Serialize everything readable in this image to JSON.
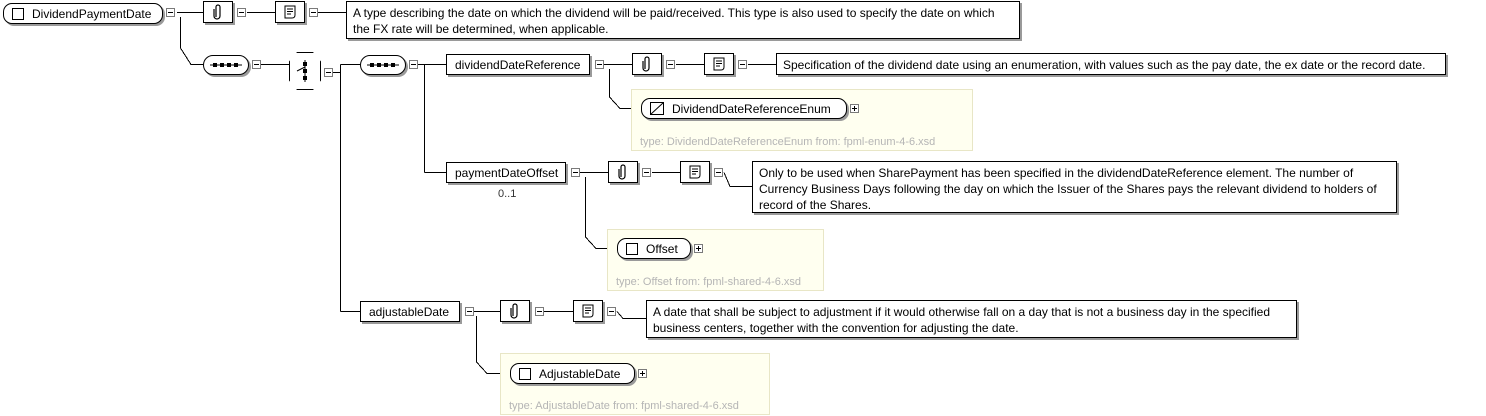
{
  "root": {
    "name": "DividendPaymentDate",
    "documentation": "A type describing the date on which the dividend will be paid/received. This type is also used to specify the date on which the FX rate will be determined, when applicable."
  },
  "elements": {
    "dividendDateReference": {
      "name": "dividendDateReference",
      "documentation": "Specification of the dividend date using an enumeration, with values such as the pay date, the ex date or the record date.",
      "type_name": "DividendDateReferenceEnum",
      "type_label": "type: DividendDateReferenceEnum from: fpml-enum-4-6.xsd"
    },
    "paymentDateOffset": {
      "name": "paymentDateOffset",
      "occurrence": "0..1",
      "documentation": "Only to be used when SharePayment has been specified in the dividendDateReference element. The number of Currency Business Days following the day on which the Issuer of the Shares pays the relevant dividend to holders of record of the Shares.",
      "type_name": "Offset",
      "type_label": "type: Offset from: fpml-shared-4-6.xsd"
    },
    "adjustableDate": {
      "name": "adjustableDate",
      "documentation": "A date that shall be subject to adjustment if it would otherwise fall on a day that is not a business day in the specified business centers, together with the convention for adjusting the date.",
      "type_name": "AdjustableDate",
      "type_label": "type: AdjustableDate from: fpml-shared-4-6.xsd"
    }
  },
  "colors": {
    "border": "#000000",
    "shadow": "#9a9a9a",
    "type_box_bg": "#fffff0",
    "type_label": "#b5b5b5"
  },
  "icons": {
    "annotation": "paperclip-icon",
    "documentation": "document-icon",
    "sequence": "sequence-icon",
    "choice": "choice-icon",
    "complex_type": "complex-type-icon",
    "simple_type": "simple-type-icon"
  }
}
